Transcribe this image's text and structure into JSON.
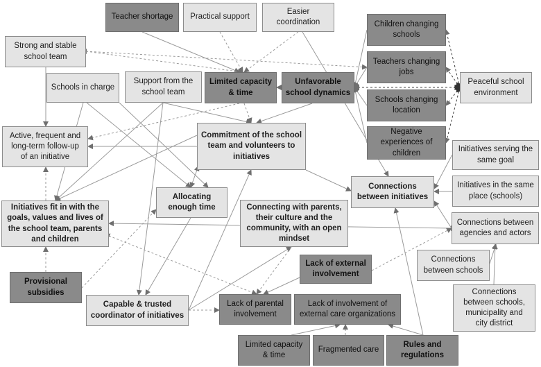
{
  "nodes": {
    "teacher_shortage": "Teacher shortage",
    "practical_support": "Practical support",
    "easier_coordination": "Easier\ncoordination",
    "children_changing_schools": "Children changing\nschools",
    "strong_stable_team": "Strong and stable\nschool team",
    "teachers_changing_jobs": "Teachers changing\njobs",
    "schools_in_charge": "Schools in charge",
    "support_school_team": "Support from the\nschool team",
    "limited_capacity": "Limited capacity\n& time",
    "unfavorable_dynamics": "Unfavorable\nschool dynamics",
    "peaceful_environment": "Peaceful school\nenvironment",
    "schools_changing_location": "Schools changing\nlocation",
    "active_followup": "Active, frequent and\nlong-term follow-up\nof an initiative",
    "commitment": "Commitment of the school\nteam and volunteers to\ninitiatives",
    "negative_experiences": "Negative\nexperiences of\nchildren",
    "initiatives_same_goal": "Initiatives serving the\nsame goal",
    "connections_between_initiatives": "Connections\nbetween initiatives",
    "initiatives_same_place": "Initiatives in the same\nplace (schools)",
    "initiatives_fit": "Initiatives fit in with the\ngoals, values and lives of\nthe school team, parents\nand children",
    "allocating_time": "Allocating\nenough time",
    "connecting_parents": "Connecting with parents,\ntheir culture and the\ncommunity, with an open\nmindset",
    "connections_agencies": "Connections between\nagencies and actors",
    "lack_external": "Lack of external\ninvolvement",
    "connections_schools": "Connections\nbetween schools",
    "provisional_subsidies": "Provisional\nsubsidies",
    "connections_municipality": "Connections\nbetween schools,\nmunicipality and\ncity district",
    "capable_coordinator": "Capable & trusted\ncoordinator of initiatives",
    "lack_parental": "Lack of parental\ninvolvement",
    "lack_care_orgs": "Lack of involvement of\nexternal care organizations",
    "limited_capacity_2": "Limited capacity\n& time",
    "fragmented_care": "Fragmented care",
    "rules_regulations": "Rules and\nregulations"
  },
  "colors": {
    "light_fill": "#e4e4e4",
    "dark_fill": "#8a8a8a",
    "edge": "#9a9a9a",
    "edge_dark": "#444444"
  }
}
